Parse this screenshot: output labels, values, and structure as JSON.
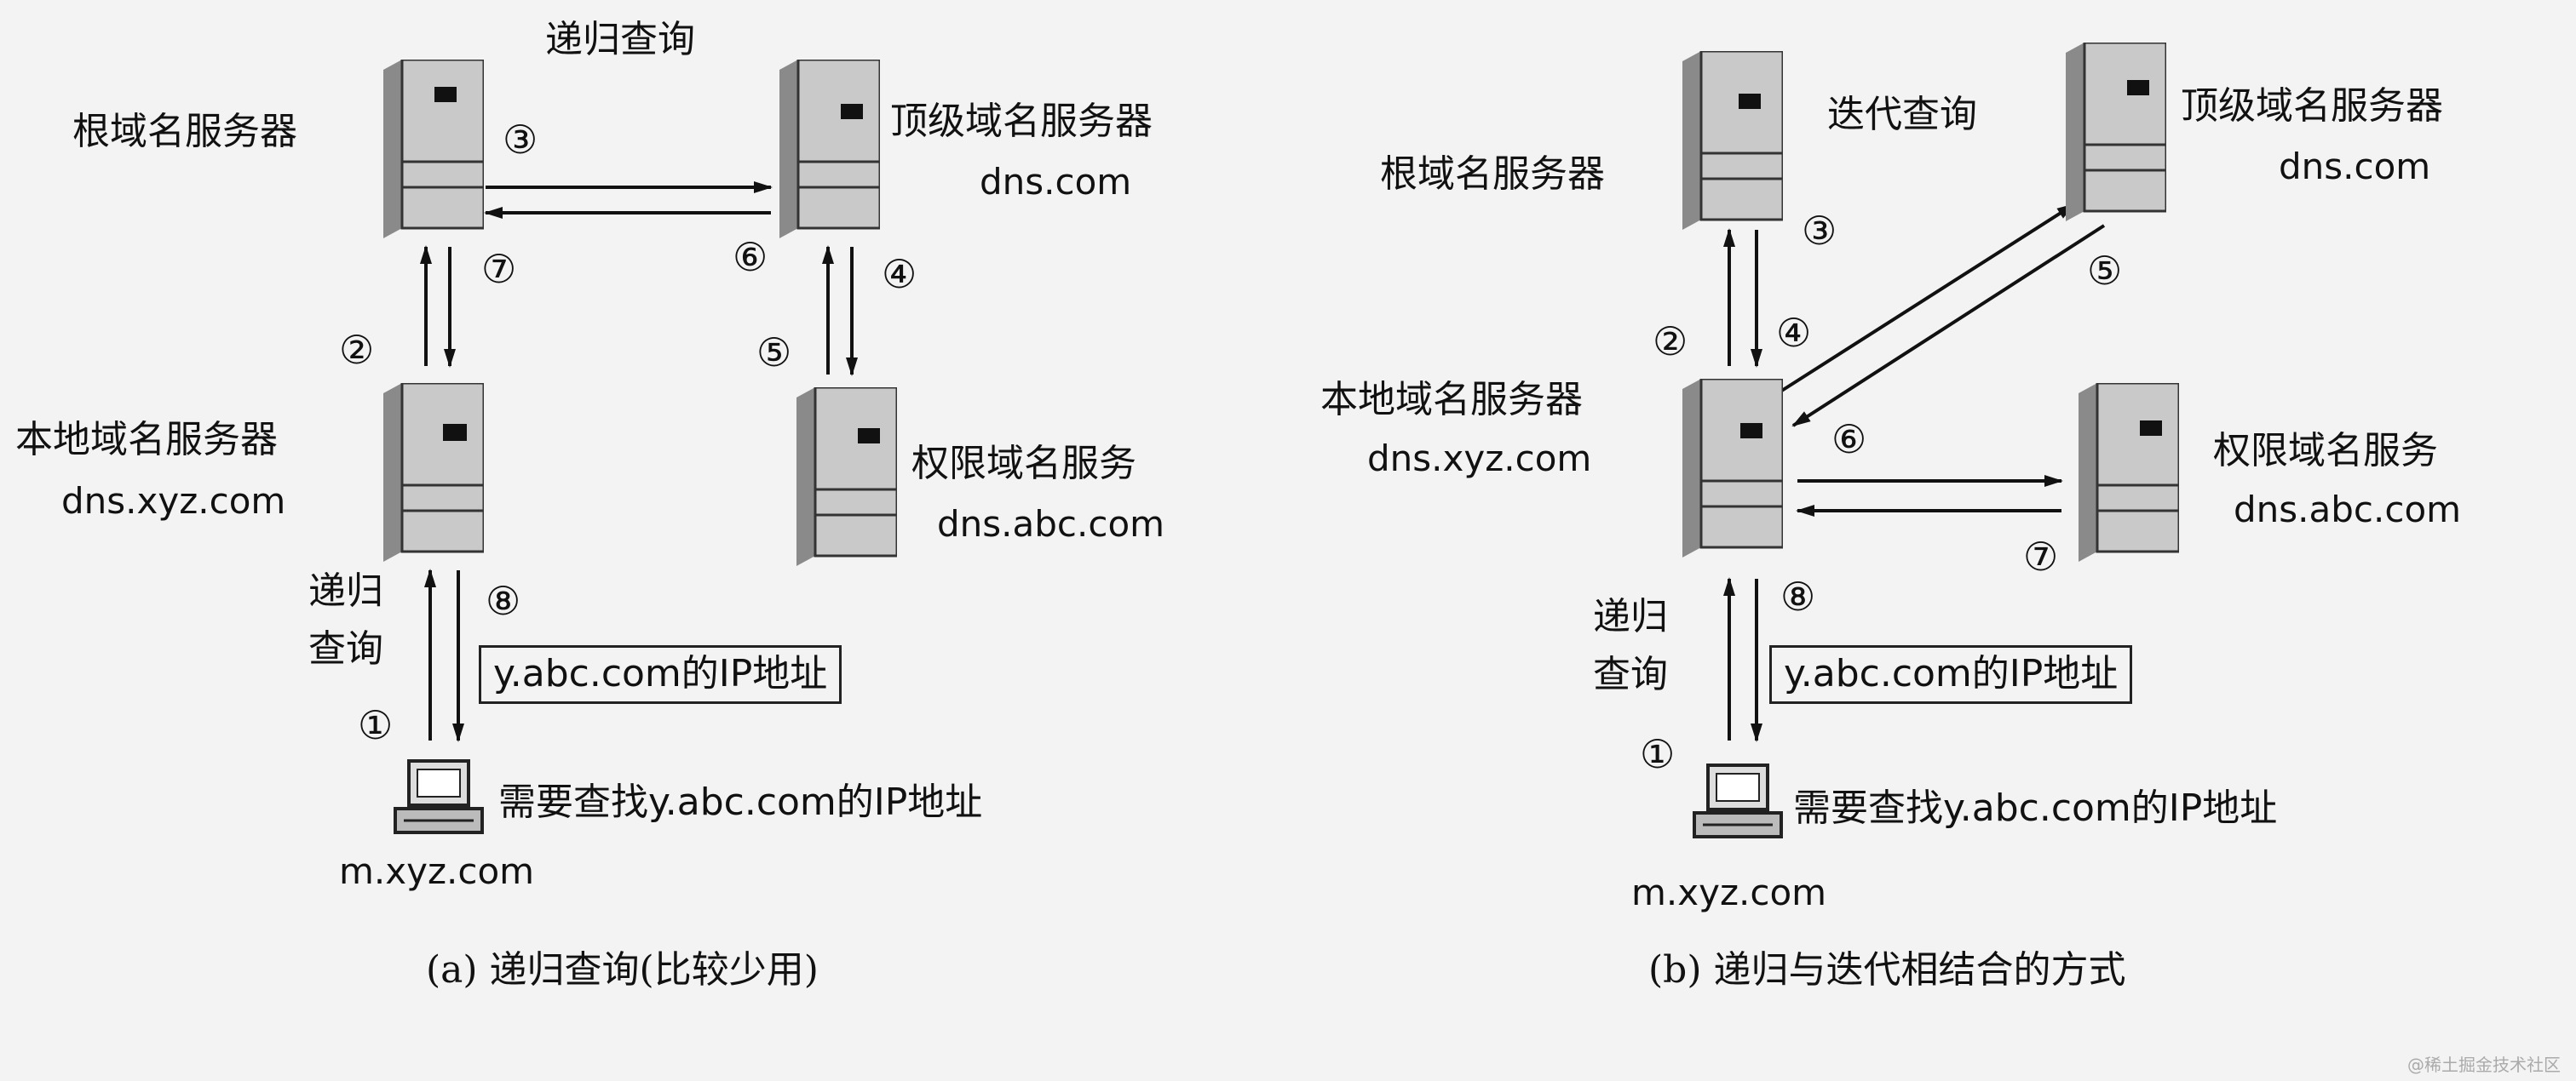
{
  "panel_a": {
    "title_top": "递归查询",
    "root_server": "根域名服务器",
    "tld_server": "顶级域名服务器",
    "tld_domain": "dns.com",
    "local_server": "本地域名服务器",
    "local_domain": "dns.xyz.com",
    "auth_server": "权限域名服务",
    "auth_domain": "dns.abc.com",
    "query_label_1": "递归",
    "query_label_2": "查询",
    "answer_box": "y.abc.com的IP地址",
    "host_task": "需要查找y.abc.com的IP地址",
    "host_name": "m.xyz.com",
    "steps": [
      "①",
      "②",
      "③",
      "④",
      "⑤",
      "⑥",
      "⑦",
      "⑧"
    ],
    "caption": "(a) 递归查询(比较少用)"
  },
  "panel_b": {
    "title_top": "迭代查询",
    "root_server": "根域名服务器",
    "tld_server": "顶级域名服务器",
    "tld_domain": "dns.com",
    "local_server": "本地域名服务器",
    "local_domain": "dns.xyz.com",
    "auth_server": "权限域名服务",
    "auth_domain": "dns.abc.com",
    "query_label_1": "递归",
    "query_label_2": "查询",
    "answer_box": "y.abc.com的IP地址",
    "host_task": "需要查找y.abc.com的IP地址",
    "host_name": "m.xyz.com",
    "steps": [
      "①",
      "②",
      "③",
      "④",
      "⑤",
      "⑥",
      "⑦",
      "⑧"
    ],
    "caption": "(b) 递归与迭代相结合的方式"
  },
  "watermark": "@稀土掘金技术社区"
}
